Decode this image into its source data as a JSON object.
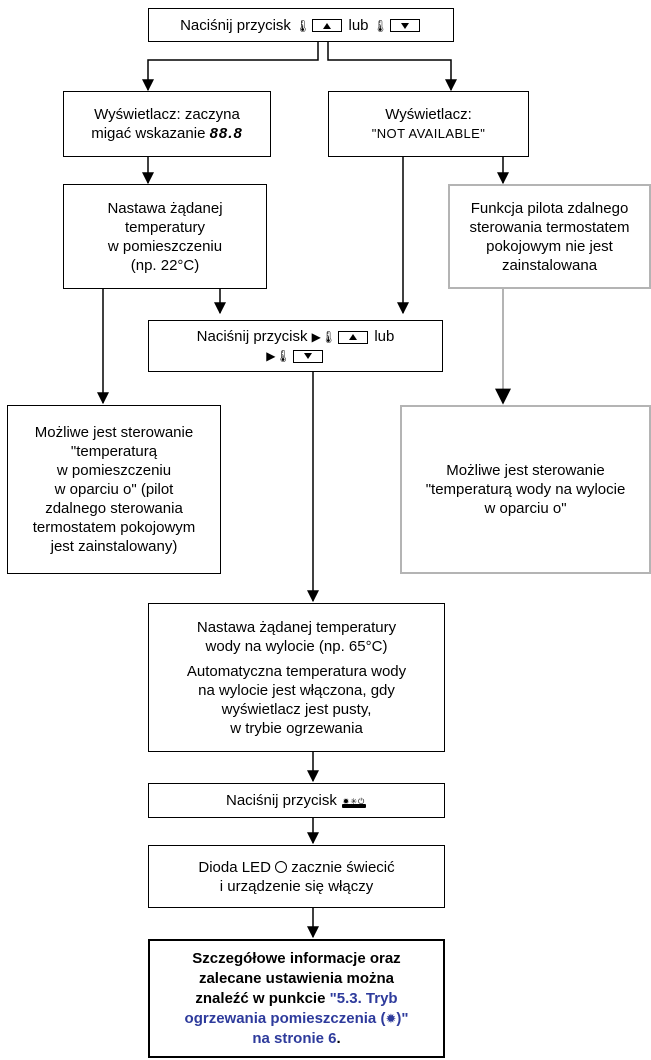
{
  "colors": {
    "line": "#000000",
    "grey_line": "#b4b4b4",
    "link": "#2e3b9c"
  },
  "icons": {
    "thermo": "thermometer-icon",
    "mode": "heating-mode-icon",
    "onoff": "on-off-button-icon",
    "led": "led-circle-icon",
    "heating": "heating-sun-icon"
  },
  "nodes": {
    "start": {
      "text_1": "Naciśnij przycisk",
      "or": "lub"
    },
    "display_blink": {
      "line_1": "Wyświetlacz: zaczyna",
      "line_2_prefix": "migać wskazanie",
      "digits": "88.8"
    },
    "display_na": {
      "line_1": "Wyświetlacz:",
      "line_2": "\"NOT AVAILABLE\""
    },
    "set_room_temp": {
      "line_1": "Nastawa żądanej",
      "line_2": "temperatury",
      "line_3": "w pomieszczeniu",
      "line_4": "(np. 22°C)"
    },
    "remote_not_installed": {
      "line_1": "Funkcja pilota zdalnego",
      "line_2": "sterowania termostatem",
      "line_3": "pokojowym nie jest",
      "line_4": "zainstalowana"
    },
    "press_mode": {
      "text_1": "Naciśnij przycisk",
      "or": "lub"
    },
    "room_control": {
      "line_1": "Możliwe jest sterowanie",
      "line_2": "\"temperaturą",
      "line_3": "w pomieszczeniu",
      "line_4": "w oparciu o\" (pilot",
      "line_5": "zdalnego sterowania",
      "line_6": "termostatem pokojowym",
      "line_7": "jest zainstalowany)"
    },
    "water_control": {
      "line_1": "Możliwe jest sterowanie",
      "line_2": "\"temperaturą wody na wylocie",
      "line_3": "w oparciu o\""
    },
    "set_water_temp": {
      "line_1": "Nastawa żądanej temperatury",
      "line_2": "wody na wylocie (np. 65°C)",
      "line_3": "Automatyczna temperatura wody",
      "line_4": "na wylocie jest włączona, gdy",
      "line_5": "wyświetlacz jest pusty,",
      "line_6": "w trybie ogrzewania"
    },
    "press_onoff": {
      "text_1": "Naciśnij przycisk"
    },
    "led_on": {
      "line_1_a": "Dioda LED",
      "line_1_b": "zacznie świecić",
      "line_2": "i urządzenie się włączy"
    },
    "details": {
      "line_1": "Szczegółowe informacje oraz",
      "line_2": "zalecane ustawienia można",
      "line_3_a": "znaleźć w punkcie",
      "line_3_b": "\"5.3. Tryb",
      "line_4_a": "ogrzewania pomieszczenia (",
      "line_4_b": ")\"",
      "line_5_a": "na stronie 6",
      "line_5_b": "."
    }
  }
}
